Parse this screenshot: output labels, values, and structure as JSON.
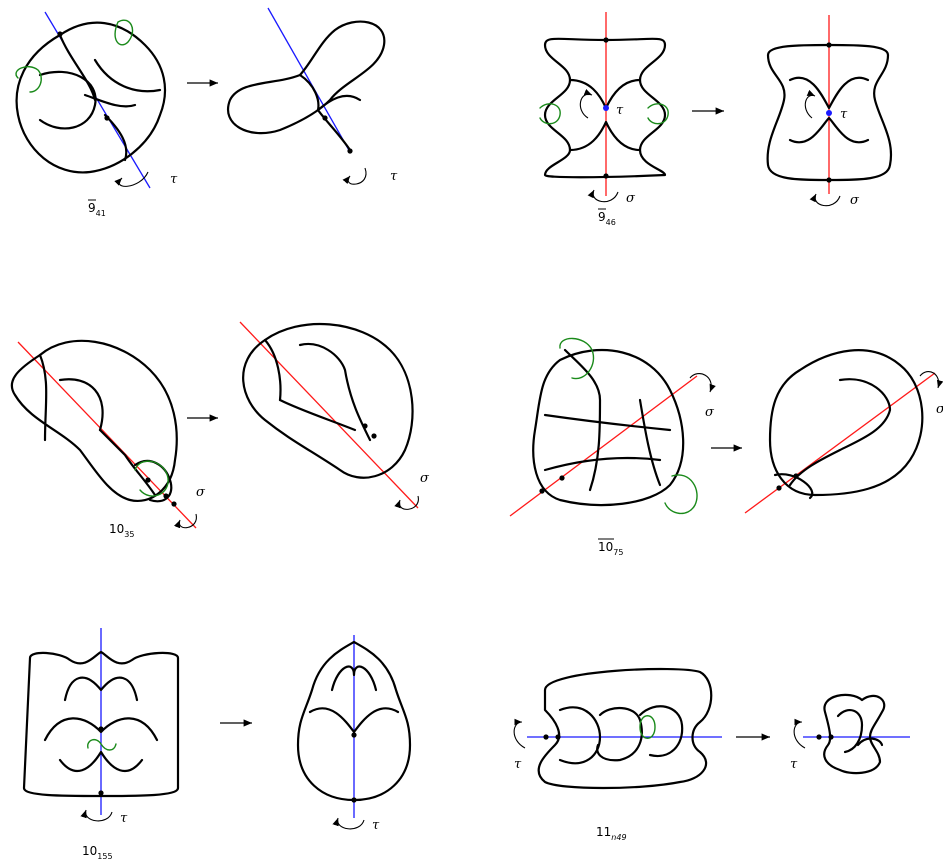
{
  "labels": {
    "k1": {
      "base": "9",
      "sub": "41",
      "overline": true
    },
    "k2": {
      "base": "9",
      "sub": "46",
      "overline": true
    },
    "k3": {
      "base": "10",
      "sub": "35",
      "overline": false
    },
    "k4": {
      "base": "10",
      "sub": "75",
      "overline": true
    },
    "k5": {
      "base": "10",
      "sub": "155",
      "overline": false
    },
    "k6": {
      "base": "11",
      "sub": "n49",
      "overline": false
    }
  },
  "symbols": {
    "tau": "τ",
    "sigma": "σ"
  },
  "colors": {
    "axis_tau": "#1a1aff",
    "axis_sigma": "#ff1a1a",
    "crossing_change": "#1a8a1a",
    "strand": "#000000"
  },
  "icons": {
    "arrow": "right-arrow-icon",
    "rotation": "rotation-arrow-icon"
  }
}
